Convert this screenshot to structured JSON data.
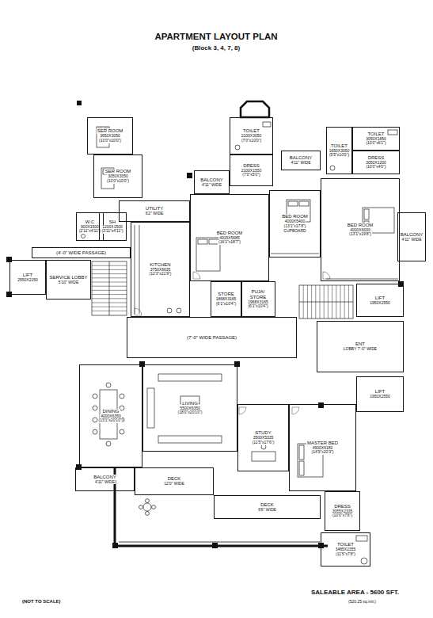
{
  "diagram": {
    "title": "APARTMENT LAYOUT PLAN",
    "nodes": [
      {
        "text": [
          "SER ROOM",
          "3650X3050",
          "(10'0\"x10'0\")"
        ]
      },
      {
        "text": [
          "SER ROOM",
          "3050X3050",
          "(10'0\"x10'0\")"
        ]
      },
      {
        "text": [
          "TOILET",
          "2100X3050",
          "(7'0\"x10'0\")"
        ]
      },
      {
        "text": [
          "DRESS",
          "2100X1550",
          "(7'0\"x5'0\")"
        ]
      },
      {
        "text": [
          "BALCONY",
          "4'11\" WIDE"
        ]
      },
      {
        "text": [
          "TOILET",
          "1650X3050",
          "(5'5\"x10'0\")"
        ]
      },
      {
        "text": [
          "TOILET",
          "3050X1850",
          "(10'0\"x6'1\")"
        ]
      },
      {
        "text": [
          "DRESS",
          "3050X1200",
          "(10'0\"x4'0\")"
        ]
      },
      {
        "text": [
          "BALCONY",
          "4'11\" WIDE"
        ]
      },
      {
        "text": [
          "UTILITY",
          "6'2\" WIDE"
        ]
      },
      {
        "text": [
          "BED ROOM",
          "4000X5400",
          "(13'1\"x17'8\")",
          "CUPBOARD"
        ]
      },
      {
        "text": [
          "BED ROOM",
          "4915X5685",
          "(16'1\"x18'7\")"
        ]
      },
      {
        "text": [
          "BED ROOM",
          "4000X6000",
          "(13'1\"x19'8\")"
        ]
      },
      {
        "text": [
          "BALCONY",
          "4'11\" WIDE"
        ]
      },
      {
        "text": [
          "W.C",
          "900X1500",
          "(2'11\"x4'11\")"
        ]
      },
      {
        "text": [
          "SH",
          "1200X1500",
          "(3'11\"x4'11\")"
        ]
      },
      {
        "text": [
          "(4'-0\" WIDE PASSAGE)"
        ]
      },
      {
        "text": [
          "LIFT",
          "2550X2150"
        ]
      },
      {
        "text": [
          "SERVICE LOBBY",
          "5'10\" WIDE"
        ]
      },
      {
        "text": [
          "KITCHEN",
          "3750X6635",
          "(12'3\"x21'9\")"
        ]
      },
      {
        "text": [
          "STORE",
          "1868X3165",
          "(6'1\"x10'4\")"
        ]
      },
      {
        "text": [
          "PUJA/ STORE",
          "1968X3165",
          "(6'1\"x10'4\")"
        ]
      },
      {
        "text": [
          "LIFT",
          "1950X2550"
        ]
      },
      {
        "text": [
          "(7'-0\" WIDE PASSAGE)"
        ]
      },
      {
        "text": [
          "ENT",
          "LOBBY 7'-0\" WIDE"
        ]
      },
      {
        "text": [
          "LIFT",
          "1950X2550"
        ]
      },
      {
        "text": [
          "DINING",
          "4000X6350",
          "(13'1\"x20'10\")"
        ]
      },
      {
        "text": [
          "LIVING",
          "5500X6350",
          "(18'0\"x20'10\")"
        ]
      },
      {
        "text": [
          "STUDY",
          "3500X5335",
          "(11'5\"x17'6\")"
        ]
      },
      {
        "text": [
          "MASTER BED",
          "4500X6180",
          "(14'9\"x20'3\")"
        ]
      },
      {
        "text": [
          "BALCONY",
          "4'11\" WIDE"
        ]
      },
      {
        "text": [
          "DECK",
          "12'0\" WIDE"
        ]
      },
      {
        "text": [
          "DRESS",
          "3055X2335",
          "(10'0\"x7'8\")"
        ]
      },
      {
        "text": [
          "DECK",
          "6'6\" WIDE"
        ]
      },
      {
        "text": [
          "TOILET",
          "3485X2355",
          "(11'5\"x7'8\")"
        ]
      }
    ],
    "labels": [
      "(Block 3, 4, 7, 8)",
      "(NOT TO SCALE)",
      "SALEABLE AREA - 5600 SFT.",
      "(520.25 sq.mtr.)"
    ]
  }
}
